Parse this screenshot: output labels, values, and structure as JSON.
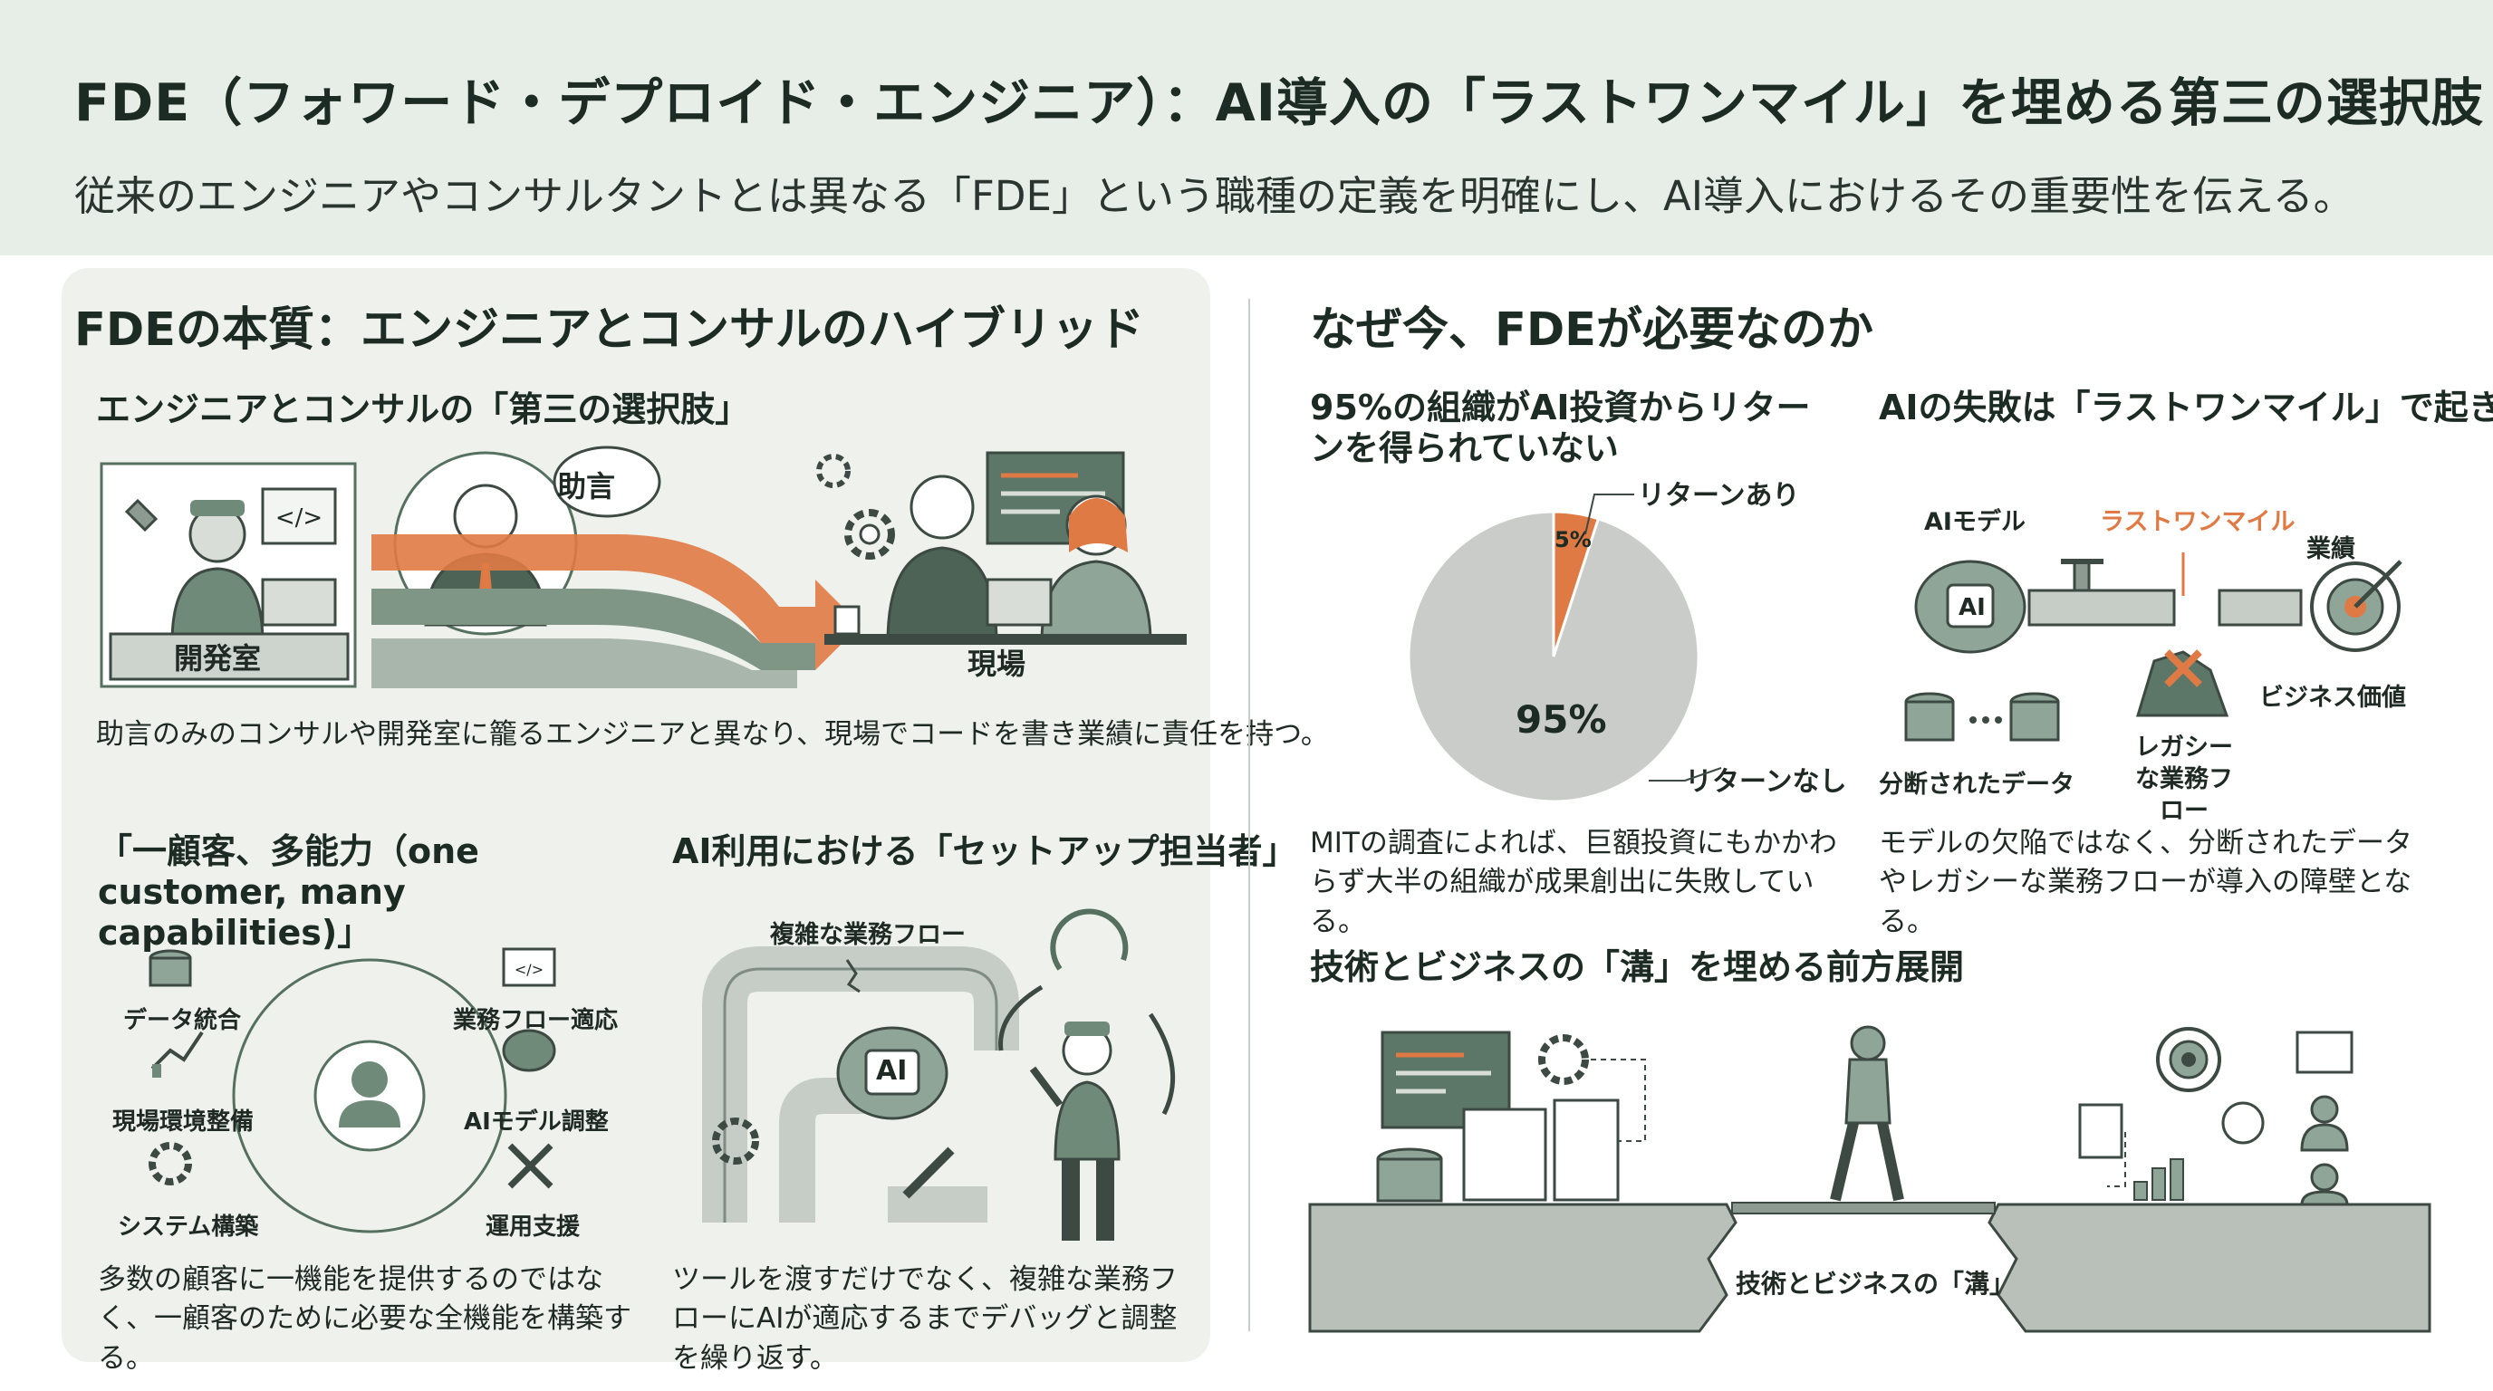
{
  "header": {
    "title": "FDE（フォワード・デプロイド・エンジニア）：AI導入の「ラストワンマイル」を埋める第三の選択肢",
    "subtitle": "従来のエンジニアやコンサルタントとは異なる「FDE」という職種の定義を明確にし、AI導入におけるその重要性を伝える。"
  },
  "left": {
    "heading": "FDEの本質：エンジニアとコンサルのハイブリッド",
    "third_option": {
      "heading": "エンジニアとコンサルの「第三の選択肢」",
      "speech": "助言",
      "lab_label": "開発室",
      "field_label": "現場",
      "caption": "助言のみのコンサルや開発室に籠るエンジニアと異なり、現場でコードを書き業績に責任を持つ。"
    },
    "one_customer": {
      "heading": "「一顧客、多能力（one customer, many capabilities)」",
      "capabilities": [
        "データ統合",
        "業務フロー適応",
        "現場環境整備",
        "AIモデル調整",
        "システム構築",
        "運用支援"
      ],
      "caption": "多数の顧客に一機能を提供するのではなく、一顧客のために必要な全機能を構築する。"
    },
    "setup": {
      "heading": "AI利用における「セットアップ担当者」",
      "flow_label": "複雑な業務フロー",
      "ai_label": "AI",
      "caption": "ツールを渡すだけでなく、複雑な業務フローにAIが適応するまでデバッグと調整を繰り返す。"
    }
  },
  "right": {
    "heading": "なぜ今、FDEが必要なのか",
    "roi": {
      "heading": "95%の組織がAI投資からリターンを得られていない",
      "return_label": "リターンあり",
      "no_return_label": "リターンなし",
      "return_pct_label": "5%",
      "no_return_pct_label": "95%",
      "return_value": 5,
      "no_return_value": 95,
      "caption": "MITの調査によれば、巨額投資にもかかわらず大半の組織が成果創出に失敗している。"
    },
    "last_mile": {
      "heading": "AIの失敗は「ラストワンマイル」で起きる",
      "ai_model": "AIモデル",
      "last_mile": "ラストワンマイル",
      "performance": "業績",
      "data": "分断されたデータ",
      "legacy": "レガシーな業務フロー",
      "business_value": "ビジネス価値",
      "ai_chip": "AI",
      "caption": "モデルの欠陥ではなく、分断されたデータやレガシーな業務フローが導入の障壁となる。"
    },
    "gap": {
      "heading": "技術とビジネスの「溝」を埋める前方展開",
      "gap_label": "技術とビジネスの「溝」"
    }
  },
  "colors": {
    "accent_orange": "#e07a45",
    "dark_green": "#55705f",
    "mid_gray": "#9aa69f",
    "light_panel": "#eef1ec",
    "pie_gray": "#c9ccc8"
  }
}
